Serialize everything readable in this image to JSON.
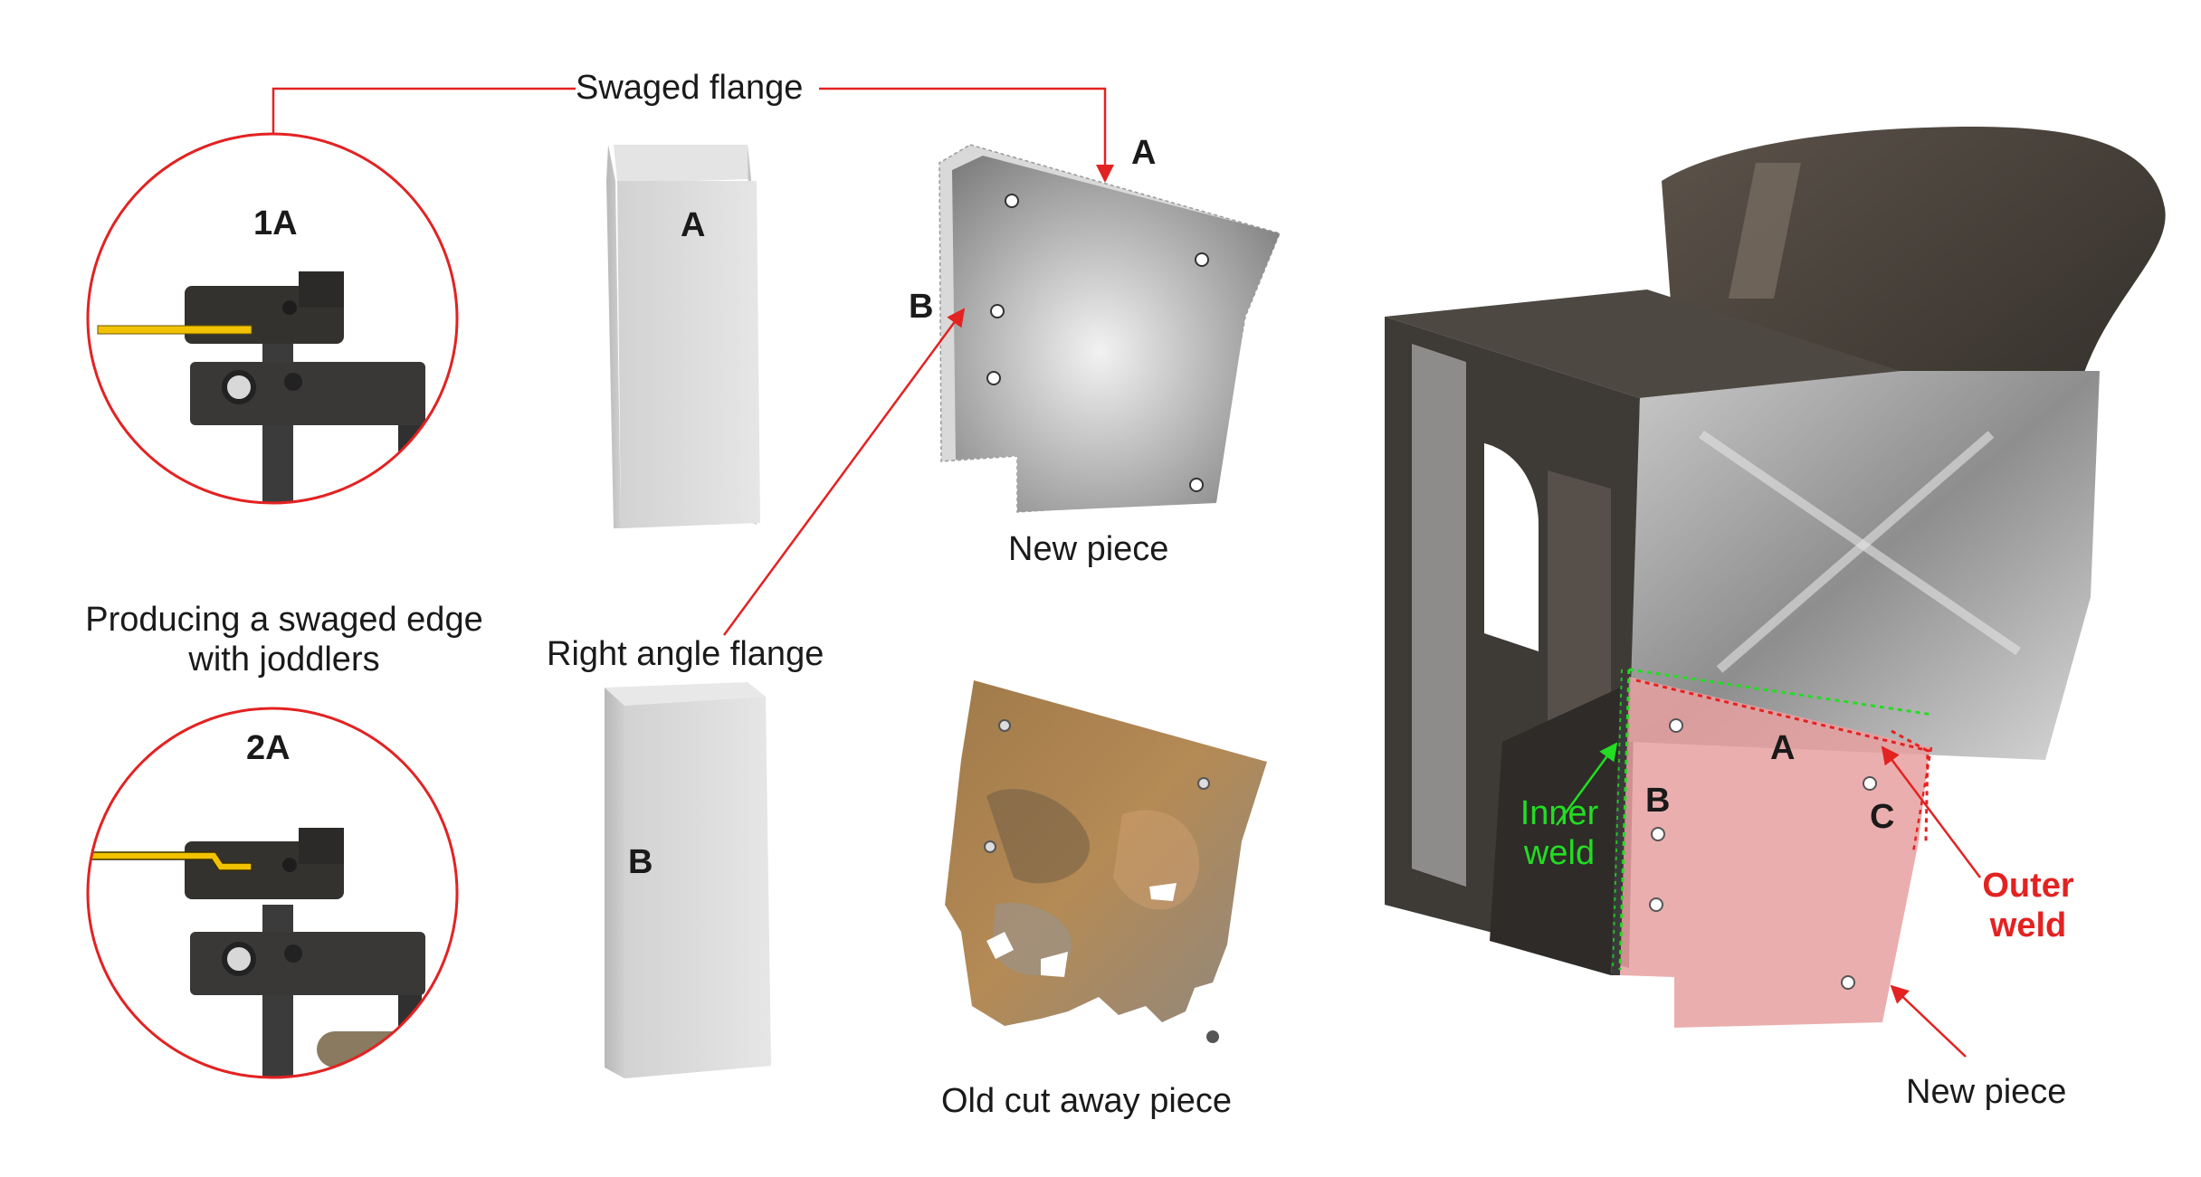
{
  "labels": {
    "swaged_flange": "Swaged flange",
    "circle_1_label": "1A",
    "circle_2_label": "2A",
    "producing_line1": "Producing a swaged edge",
    "producing_line2": "with joddlers",
    "right_angle_flange": "Right angle flange",
    "flange_a": "A",
    "flange_b": "B",
    "new_piece_top": "New piece",
    "piece_a": "A",
    "piece_b": "B",
    "old_cut_away_piece": "Old cut away piece",
    "inner_weld_line1": "Inner",
    "inner_weld_line2": "weld",
    "outer_weld_line1": "Outer",
    "outer_weld_line2": "weld",
    "photo_a": "A",
    "photo_b": "B",
    "photo_c": "C",
    "new_piece_bottom": "New piece"
  },
  "colors": {
    "arrow_red": "#e32222",
    "inner_weld_green": "#22dd22",
    "outer_weld_red": "#e32222",
    "new_piece_tint": "#e8a0a0",
    "yellow_strip": "#f2c200"
  }
}
